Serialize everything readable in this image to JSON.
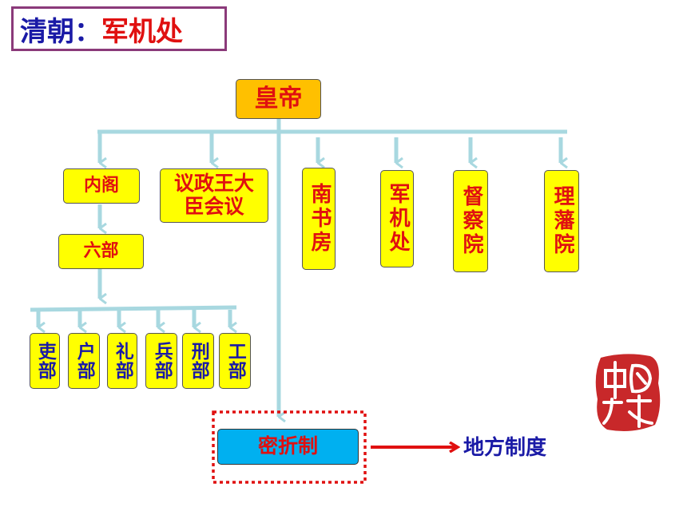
{
  "title": {
    "prefix": "清朝：",
    "main": "军机处"
  },
  "emperor": "皇帝",
  "neige": "内阁",
  "yizheng": "议政王大臣会议",
  "nanshufang": "南书房",
  "junjichu": "军机处",
  "duchayuan": "督察院",
  "lifanyuan": "理藩院",
  "liubu": "六部",
  "ministries": [
    "吏部",
    "户部",
    "礼部",
    "兵部",
    "刑部",
    "工部"
  ],
  "mizhe": "密折制",
  "difang": "地方制度",
  "seal_text": "中国历史",
  "colors": {
    "line": "#a8d8e0",
    "yellow": "#ffff00",
    "orange": "#ffc000",
    "cyan": "#00b0f0",
    "red": "#e01010",
    "blue": "#1a1aa6"
  }
}
